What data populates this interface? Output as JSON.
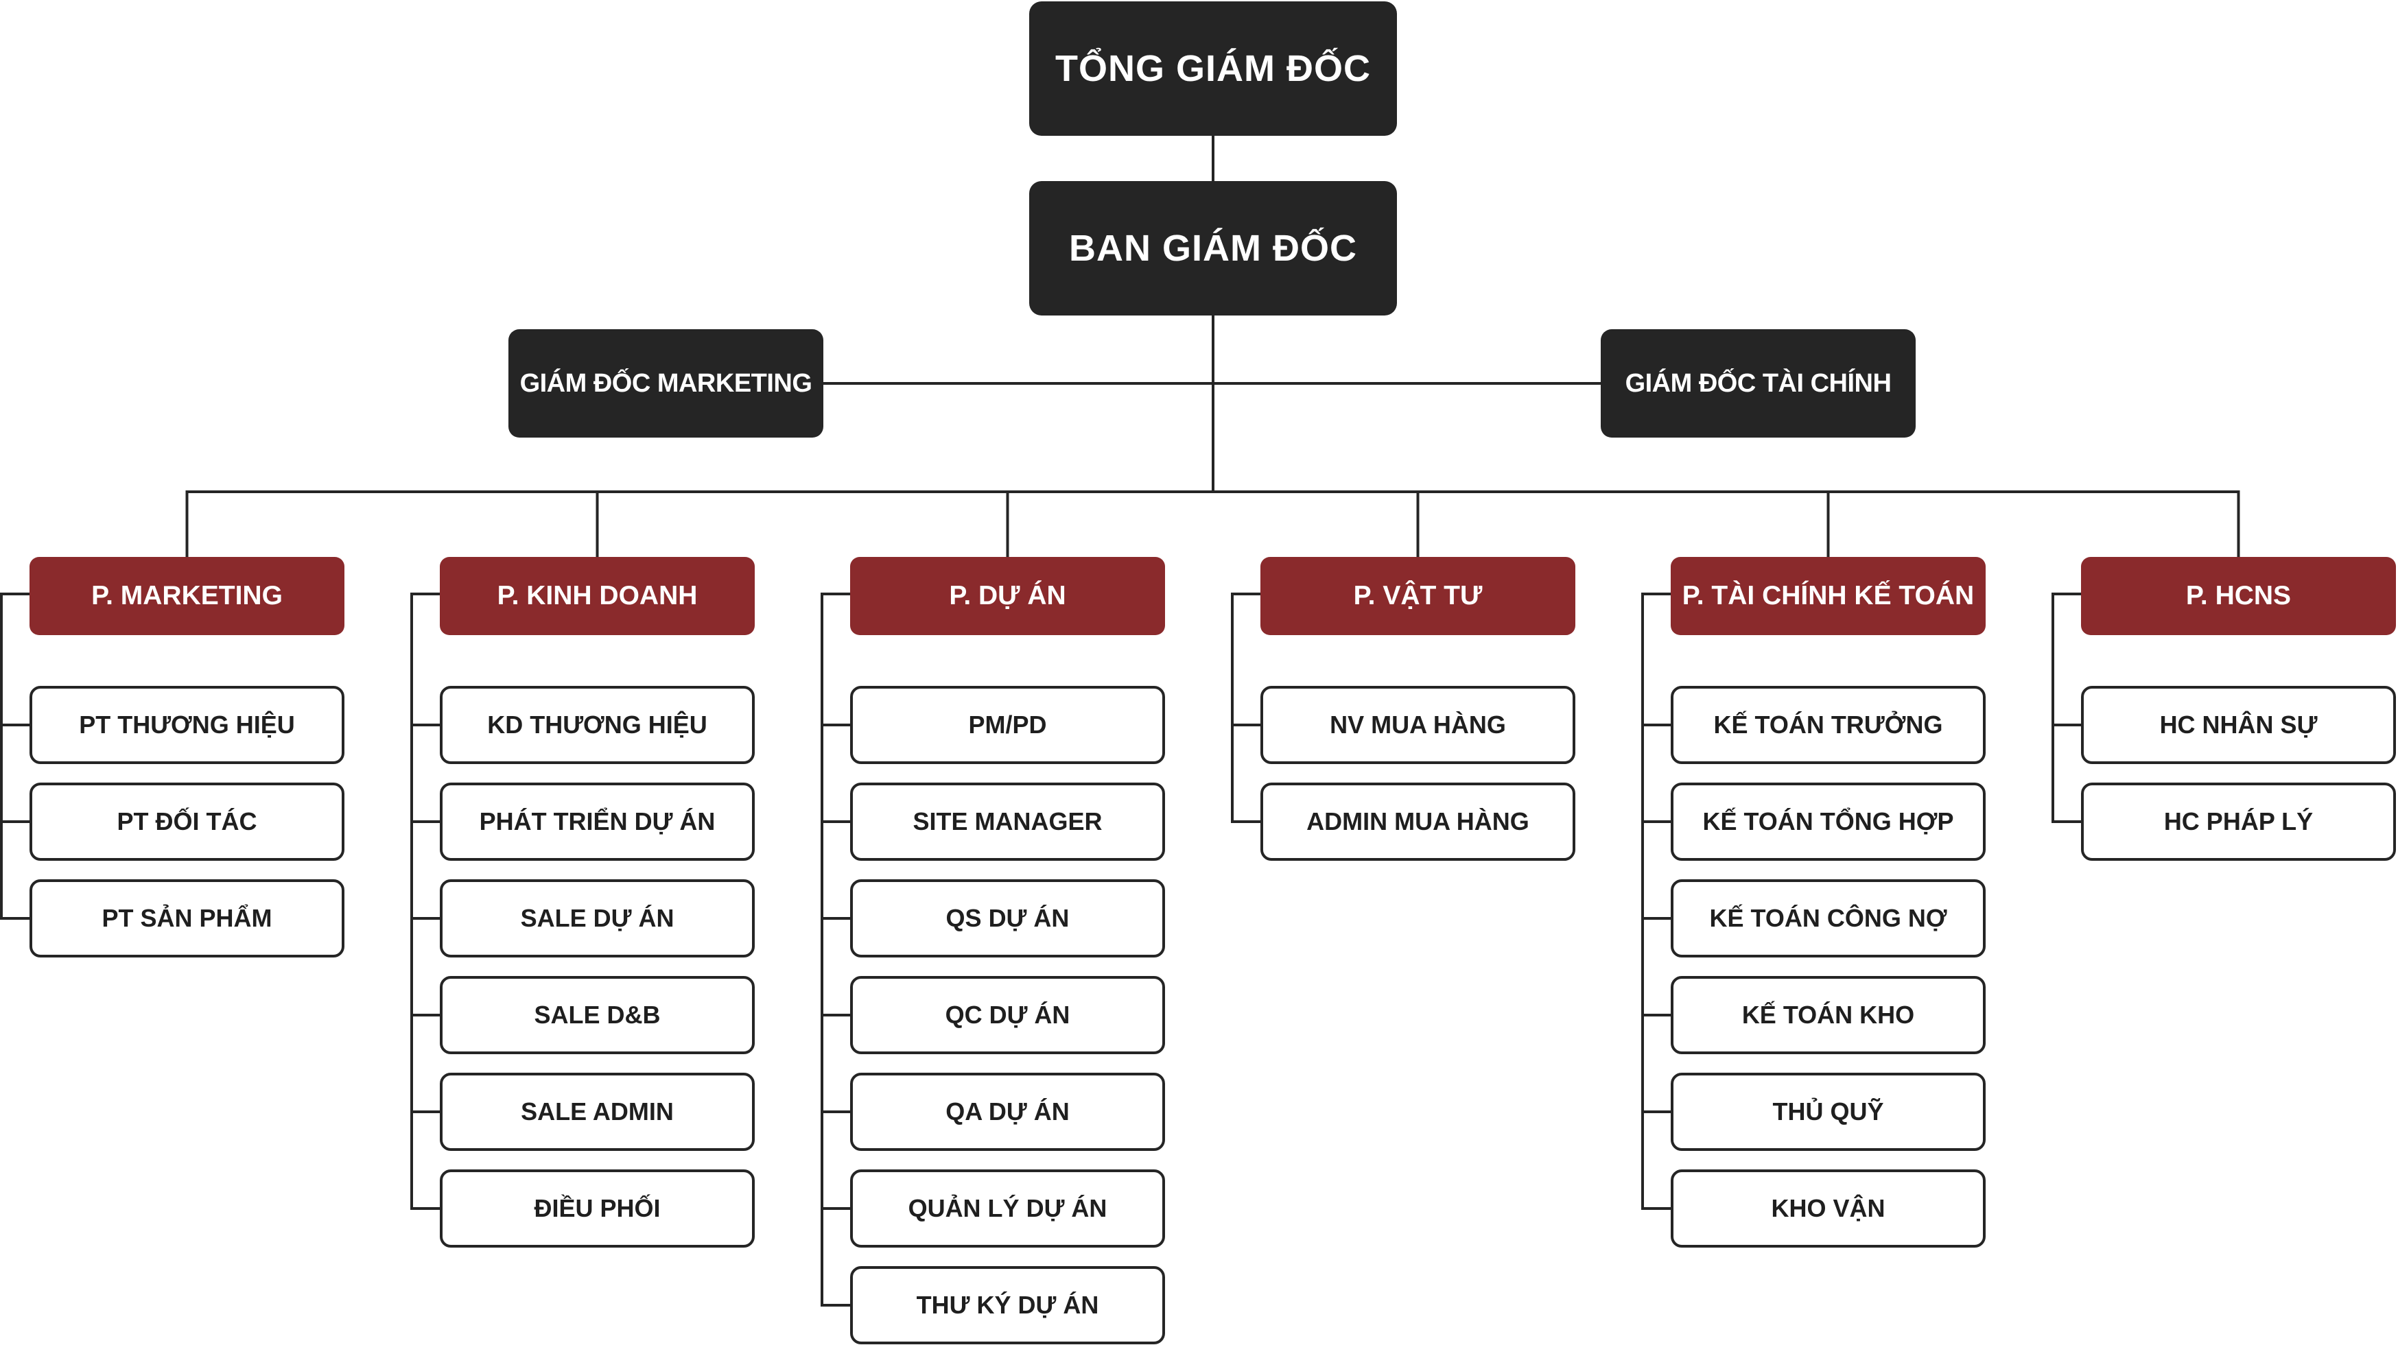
{
  "ceo": "TỔNG GIÁM ĐỐC",
  "board": "BAN GIÁM ĐỐC",
  "directors": {
    "marketing": "GIÁM ĐỐC MARKETING",
    "finance": "GIÁM ĐỐC TÀI CHÍNH"
  },
  "departments": [
    {
      "name": "P. MARKETING",
      "roles": [
        "PT THƯƠNG HIỆU",
        "PT ĐỐI TÁC",
        "PT SẢN PHẨM"
      ]
    },
    {
      "name": "P. KINH DOANH",
      "roles": [
        "KD THƯƠNG HIỆU",
        "PHÁT TRIỂN DỰ ÁN",
        "SALE DỰ ÁN",
        "SALE D&B",
        "SALE ADMIN",
        "ĐIỀU PHỐI"
      ]
    },
    {
      "name": "P. DỰ ÁN",
      "roles": [
        "PM/PD",
        "SITE MANAGER",
        "QS DỰ ÁN",
        "QC DỰ ÁN",
        "QA DỰ ÁN",
        "QUẢN LÝ DỰ ÁN",
        "THƯ KÝ DỰ ÁN"
      ]
    },
    {
      "name": "P. VẬT TƯ",
      "roles": [
        "NV MUA HÀNG",
        "ADMIN MUA HÀNG"
      ]
    },
    {
      "name": "P. TÀI CHÍNH KẾ TOÁN",
      "roles": [
        "KẾ TOÁN TRƯỞNG",
        "KẾ TOÁN TỔNG HỢP",
        "KẾ TOÁN CÔNG NỢ",
        "KẾ TOÁN KHO",
        "THỦ QUỸ",
        "KHO VẬN"
      ]
    },
    {
      "name": "P. HCNS",
      "roles": [
        "HC NHÂN SỰ",
        "HC PHÁP LÝ"
      ]
    }
  ],
  "colors": {
    "executive_fill": "#252525",
    "department_fill": "#8a2a2c",
    "role_fill": "#ffffff",
    "line": "#252525"
  }
}
